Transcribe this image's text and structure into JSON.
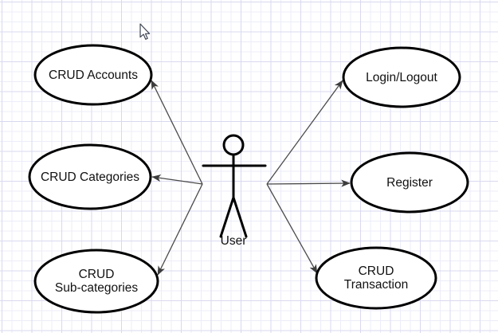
{
  "diagram": {
    "kind": "use-case-diagram",
    "actor": {
      "label": "User"
    },
    "use_cases": {
      "crud_accounts": {
        "label": "CRUD Accounts"
      },
      "login_logout": {
        "label": "Login/Logout"
      },
      "crud_categories": {
        "label": "CRUD Categories"
      },
      "register": {
        "label": "Register"
      },
      "crud_subcategories": {
        "label_line1": "CRUD",
        "label_line2": "Sub-categories"
      },
      "crud_transaction": {
        "label_line1": "CRUD",
        "label_line2": "Transaction"
      }
    },
    "connections": [
      {
        "from": "User",
        "to": "CRUD Accounts"
      },
      {
        "from": "User",
        "to": "CRUD Categories"
      },
      {
        "from": "User",
        "to": "CRUD Sub-categories"
      },
      {
        "from": "User",
        "to": "Login/Logout"
      },
      {
        "from": "User",
        "to": "Register"
      },
      {
        "from": "User",
        "to": "CRUD Transaction"
      }
    ]
  },
  "icons": {
    "cursor": "arrow-cursor"
  },
  "colors": {
    "node_fill": "#ffffff",
    "node_stroke": "#000000",
    "connector": "#4a4a4a",
    "text": "#111111",
    "grid_minor": "#ecedf9",
    "grid_major": "#d9d9f0",
    "background": "#ffffff"
  }
}
